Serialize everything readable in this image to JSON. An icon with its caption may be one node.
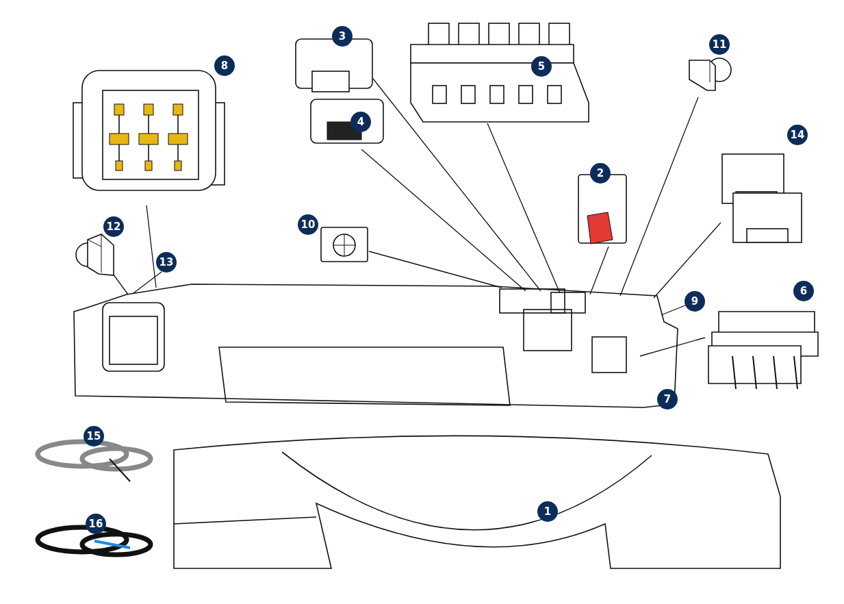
{
  "diagram": {
    "nodes": [
      {
        "text": [
          "3"
        ]
      },
      {
        "text": [
          "4"
        ]
      },
      {
        "text": [
          "5"
        ]
      },
      {
        "text": [
          "8"
        ]
      },
      {
        "text": [
          "11"
        ]
      },
      {
        "text": [
          "14"
        ]
      },
      {
        "text": [
          "2"
        ]
      },
      {
        "text": [
          "10"
        ]
      },
      {
        "text": [
          "12"
        ]
      },
      {
        "text": [
          "13"
        ]
      },
      {
        "text": [
          "9"
        ]
      },
      {
        "text": [
          "6"
        ]
      },
      {
        "text": [
          "7"
        ]
      },
      {
        "text": [
          "1"
        ]
      },
      {
        "text": [
          "15"
        ]
      },
      {
        "text": [
          "16"
        ]
      }
    ],
    "edges": [
      {
        "from": 0,
        "to": 12,
        "arrow": "none"
      },
      {
        "from": 1,
        "to": 12,
        "arrow": "none"
      },
      {
        "from": 2,
        "to": 12,
        "arrow": "none"
      },
      {
        "from": 3,
        "to": 12,
        "arrow": "none"
      },
      {
        "from": 4,
        "to": 12,
        "arrow": "none"
      },
      {
        "from": 5,
        "to": 12,
        "arrow": "none"
      },
      {
        "from": 6,
        "to": 12,
        "arrow": "none"
      },
      {
        "from": 7,
        "to": 12,
        "arrow": "none"
      },
      {
        "from": 8,
        "to": 12,
        "arrow": "none"
      },
      {
        "from": 9,
        "to": 12,
        "arrow": "none"
      },
      {
        "from": 10,
        "to": 12,
        "arrow": "none"
      },
      {
        "from": 11,
        "to": 12,
        "arrow": "none"
      }
    ]
  }
}
